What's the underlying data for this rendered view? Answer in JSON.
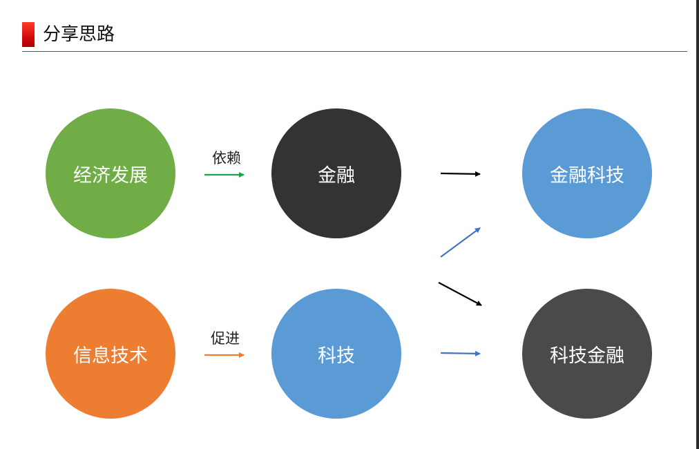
{
  "header": {
    "title": "分享思路"
  },
  "nodes": {
    "economic_development": {
      "label": "经济发展",
      "color": "#70ad47"
    },
    "finance": {
      "label": "金融",
      "color": "#333333"
    },
    "fintech": {
      "label": "金融科技",
      "color": "#5b9bd5"
    },
    "information_technology": {
      "label": "信息技术",
      "color": "#ed7d31"
    },
    "technology": {
      "label": "科技",
      "color": "#5b9bd5"
    },
    "tech_finance": {
      "label": "科技金融",
      "color": "#4a4a4a"
    }
  },
  "edges": {
    "depends_on": {
      "label": "依赖",
      "color": "#1aa34a"
    },
    "promotes": {
      "label": "促进",
      "color": "#ed7d31"
    },
    "finance_to_fintech": {
      "color": "#000000"
    },
    "tech_to_fintech": {
      "color": "#4472c4"
    },
    "finance_to_techfinance": {
      "color": "#000000"
    },
    "tech_to_techfinance": {
      "color": "#4472c4"
    }
  }
}
